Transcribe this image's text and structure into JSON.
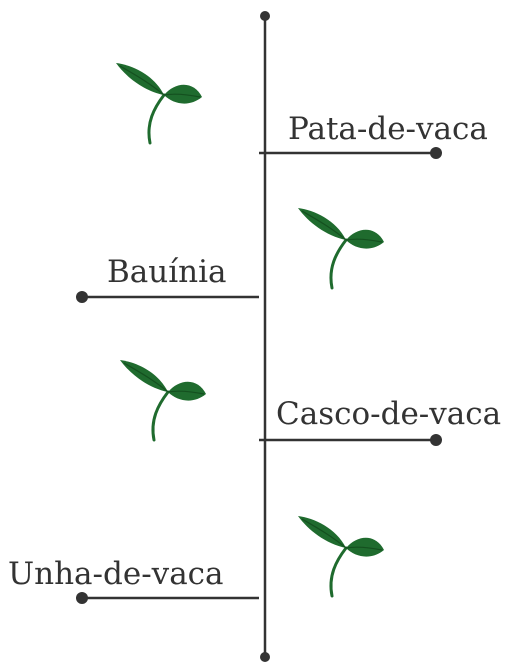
{
  "diagram": {
    "line_color": "#333333",
    "leaf_color": "#1f6b2e",
    "leaf_dark": "#14501f",
    "stem_color": "#1f6b2e",
    "icon": "sprout-icon",
    "branches": [
      {
        "side": "right",
        "label": "Pata-de-vaca"
      },
      {
        "side": "left",
        "label": "Bauínia"
      },
      {
        "side": "right",
        "label": "Casco-de-vaca"
      },
      {
        "side": "left",
        "label": "Unha-de-vaca"
      }
    ]
  }
}
